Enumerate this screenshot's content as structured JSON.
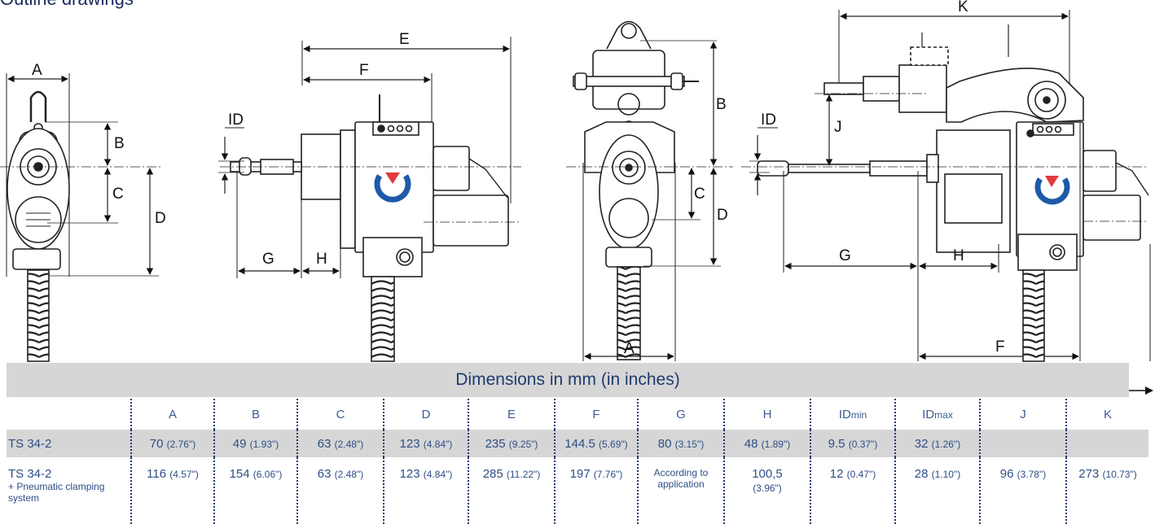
{
  "header": {
    "title": "Outline drawings"
  },
  "drawing_labels": {
    "view1": [
      "A",
      "B",
      "C",
      "D"
    ],
    "view2": [
      "E",
      "F",
      "ID",
      "G",
      "H"
    ],
    "view3": [
      "B",
      "C",
      "D",
      "A"
    ],
    "view4": [
      "K",
      "ID",
      "J",
      "G",
      "H",
      "F"
    ]
  },
  "table": {
    "heading": "Dimensions in mm (in inches)",
    "columns": [
      "A",
      "B",
      "C",
      "D",
      "E",
      "F",
      "G",
      "H",
      "IDmin",
      "IDmax",
      "J",
      "K"
    ],
    "rows": [
      {
        "label": "TS 34-2",
        "sublabel": "",
        "cells": [
          {
            "main": "70",
            "sub": "(2.76\")"
          },
          {
            "main": "49",
            "sub": "(1.93\")"
          },
          {
            "main": "63",
            "sub": "(2.48\")"
          },
          {
            "main": "123",
            "sub": "(4.84\")"
          },
          {
            "main": "235",
            "sub": "(9.25\")"
          },
          {
            "main": "144.5",
            "sub": "(5.69\")"
          },
          {
            "main": "80",
            "sub": "(3.15\")"
          },
          {
            "main": "48",
            "sub": "(1.89\")"
          },
          {
            "main": "9.5",
            "sub": "(0.37\")"
          },
          {
            "main": "32",
            "sub": "(1.26\")"
          },
          {
            "main": "",
            "sub": ""
          },
          {
            "main": "",
            "sub": ""
          }
        ]
      },
      {
        "label": "TS 34-2",
        "sublabel": "+ Pneumatic clamping system",
        "cells": [
          {
            "main": "116",
            "sub": "(4.57\")"
          },
          {
            "main": "154",
            "sub": "(6.06\")"
          },
          {
            "main": "63",
            "sub": "(2.48\")"
          },
          {
            "main": "123",
            "sub": "(4.84\")"
          },
          {
            "main": "285",
            "sub": "(11.22\")"
          },
          {
            "main": "197",
            "sub": "(7.76\")"
          },
          {
            "main": "According to application",
            "sub": ""
          },
          {
            "main": "100,5",
            "sub": "(3.96\")"
          },
          {
            "main": "12",
            "sub": "(0.47\")"
          },
          {
            "main": "28",
            "sub": "(1.10\")"
          },
          {
            "main": "96",
            "sub": "(3.78\")"
          },
          {
            "main": "273",
            "sub": "(10.73\")"
          }
        ]
      }
    ]
  },
  "colors": {
    "brand_blue": "#1e5aa8",
    "brand_red": "#e03a3e",
    "table_gray": "#d6d6d6",
    "text_blue": "#2e4e86"
  }
}
